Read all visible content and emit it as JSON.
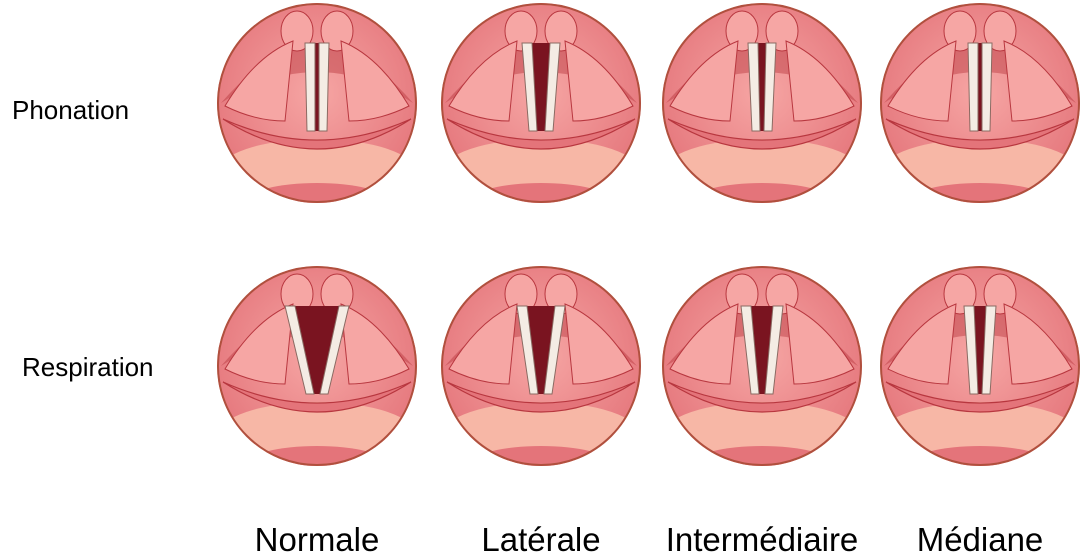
{
  "rows": [
    {
      "label": "Phonation",
      "mode": "phonation"
    },
    {
      "label": "Respiration",
      "mode": "respiration"
    }
  ],
  "columns": [
    {
      "label": "Normale",
      "state": "normale"
    },
    {
      "label": "Latérale",
      "state": "laterale"
    },
    {
      "label": "Intermédiaire",
      "state": "intermediaire"
    },
    {
      "label": "Médiane",
      "state": "mediane"
    }
  ],
  "colors": {
    "tissue_outer": "#e4747a",
    "tissue_inner": "#f6a6a4",
    "tissue_dark": "#b8373f",
    "fold_white": "#f4ece4",
    "background_ring": "#f7b7a6",
    "cavity": "#7a1420"
  }
}
